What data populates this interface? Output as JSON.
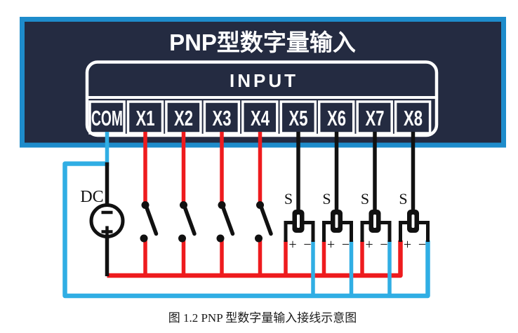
{
  "device": {
    "title": "PNP型数字量输入",
    "input_label": "INPUT",
    "terminals": [
      "COM",
      "X1",
      "X2",
      "X3",
      "X4",
      "X5",
      "X6",
      "X7",
      "X8"
    ]
  },
  "power_supply": {
    "label": "DC",
    "polarity_top": "−",
    "polarity_bottom": "+"
  },
  "sensors": [
    {
      "label": "S",
      "plus": "+",
      "minus": "−"
    },
    {
      "label": "S",
      "plus": "+",
      "minus": "−"
    },
    {
      "label": "S",
      "plus": "+",
      "minus": "−"
    },
    {
      "label": "S",
      "plus": "+",
      "minus": "−"
    }
  ],
  "caption": "图 1.2 PNP 型数字量输入接线示意图",
  "colors": {
    "panel_fill": "#242B41",
    "panel_border": "#1E8CCB",
    "wire_positive_red": "#EE1B1E",
    "wire_common_cyan": "#30AEE4",
    "wire_black": "#111111",
    "label_white": "#FFFFFF"
  }
}
